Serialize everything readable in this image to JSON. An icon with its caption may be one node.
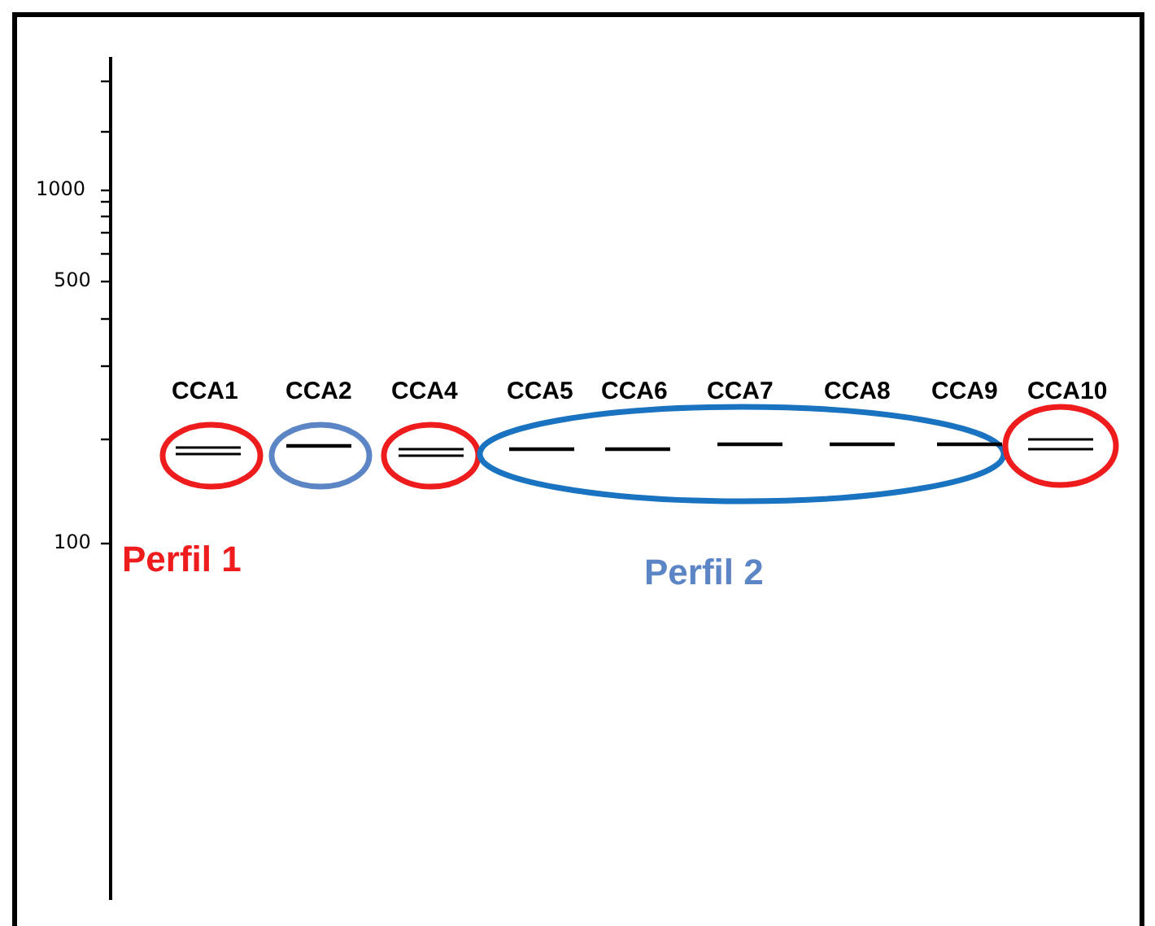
{
  "diagram": {
    "labels": [
      "1000",
      "500",
      "CCA1",
      "CCA2",
      "CCA4",
      "CCA5",
      "CCA6",
      "CCA7",
      "CCA8",
      "CCA9",
      "CCA10",
      "100",
      "Perfil 1",
      "Perfil 2"
    ]
  }
}
